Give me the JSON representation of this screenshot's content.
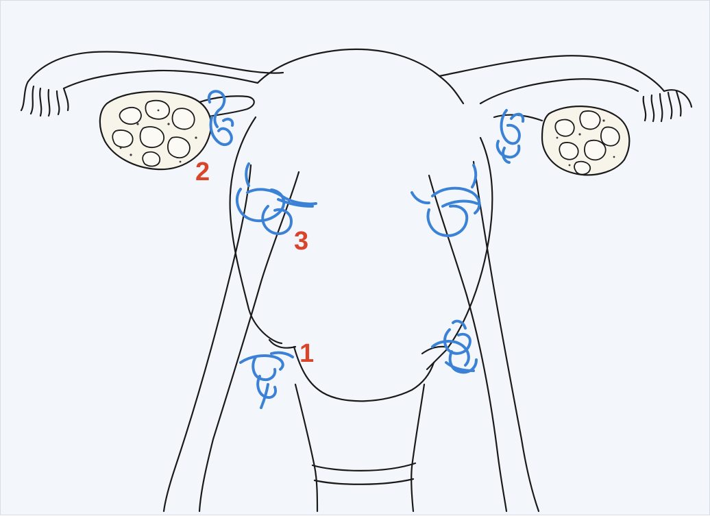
{
  "labels": {
    "one": "1",
    "two": "2",
    "three": "3"
  },
  "colors": {
    "background": "#f3f6fa",
    "outline": "#1a1a1a",
    "suture": "#3b82d6",
    "label": "#d9452b"
  }
}
